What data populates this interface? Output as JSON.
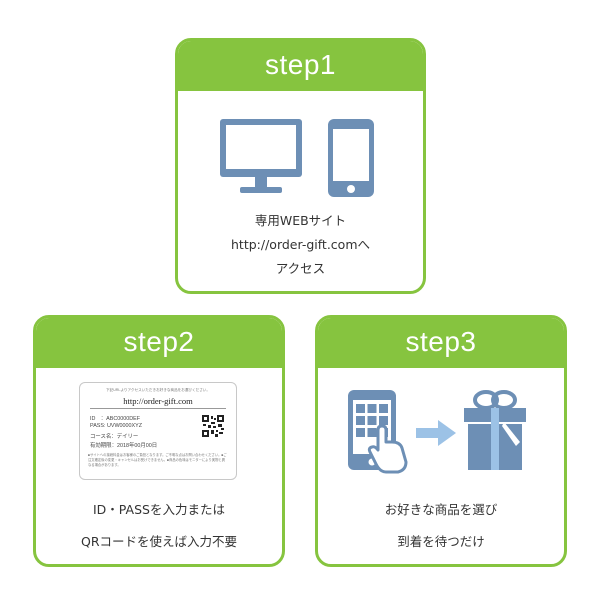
{
  "steps": [
    {
      "title": "step1",
      "lines": [
        "専用WEBサイト",
        "http://order-gift.comへ",
        "アクセス"
      ]
    },
    {
      "title": "step2",
      "lines": [
        "ID・PASSを入力または",
        "QRコードを使えば入力不要"
      ]
    },
    {
      "title": "step3",
      "lines": [
        "お好きな商品を選び",
        "到着を待つだけ"
      ]
    }
  ],
  "card": {
    "header": "下記URLよりアクセスいただきお好きな商品をお選びください。",
    "url": "http://order-gift.com",
    "id": "ID　：ABC0000DEF",
    "pass": "PASS: UVW0000XYZ",
    "course": "コース名：デイリー",
    "expiry": "有効期限：2018年00月00日",
    "notes": "■サイトへの接続料金はお客様のご負担となります。ご不明な点はお問い合わせください。■ご注文確定後の変更・キャンセルはお受けできません。■商品の色味はモニターにより実物と異なる場合があります。"
  },
  "colors": {
    "accent": "#86c43f",
    "icon": "#6d8fb5",
    "icon_light": "#9cc2e6"
  },
  "icons": [
    "monitor-icon",
    "smartphone-icon",
    "qr-code-icon",
    "tablet-tap-icon",
    "arrow-right-icon",
    "gift-box-icon"
  ]
}
